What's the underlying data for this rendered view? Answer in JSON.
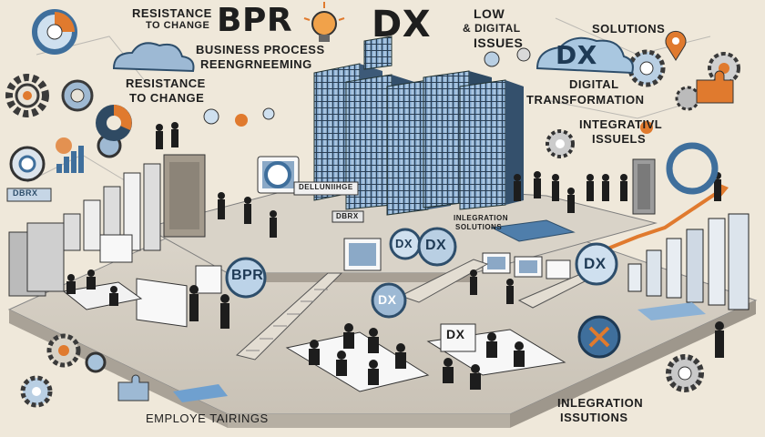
{
  "labels": {
    "resistance_top": "RESISTANCE",
    "to_change_top": "TO CHANGE",
    "bpr_big": "BPR",
    "bpr_sub1": "BUSINESS PROCESS",
    "bpr_sub2": "REENGRNEEMING",
    "dx_big": "DX",
    "low_1": "LOW",
    "low_2": "& DIGITAL",
    "low_3": "ISSUES",
    "solutions": "SOLUTIONS",
    "resistance_left_1": "RESISTANCE",
    "resistance_left_2": "TO CHANGE",
    "cloud_dx": "DX",
    "digital_1": "DIGITAL",
    "digital_2": "TRANSFORMATION",
    "integrative_1": "INTEGRATIVL",
    "integrative_2": "ISSUELS",
    "plaque_left": "DBRX",
    "plaque_center": "DELLUNIIHGE",
    "plaque_small": "DBRX",
    "integration_sign_1": "INLEGRATION",
    "integration_sign_2": "SOLUTIONS",
    "badge_bpr": "BPR",
    "badge_dx_1": "DX",
    "badge_dx_2": "DX",
    "badge_dx_3": "DX",
    "badge_dx_4": "DX",
    "screen_dx": "DX",
    "employee": "EMPLOYE TAIRINGS",
    "integration_bottom_1": "INLEGRATION",
    "integration_bottom_2": "ISSUTIONS"
  },
  "colors": {
    "background": "#efe8da",
    "accent_orange": "#e07a2e",
    "accent_blue": "#3f6f9c",
    "light_blue": "#a9c7e0",
    "dark": "#1e1e1e",
    "glass": "#5b86b0"
  },
  "icons": [
    "gear-icon",
    "pie-chart-icon",
    "cloud-icon",
    "lightbulb-icon",
    "bar-chart-icon",
    "location-pin-icon",
    "puzzle-icon",
    "server-icon",
    "chart-arrow-icon",
    "person-icon"
  ]
}
